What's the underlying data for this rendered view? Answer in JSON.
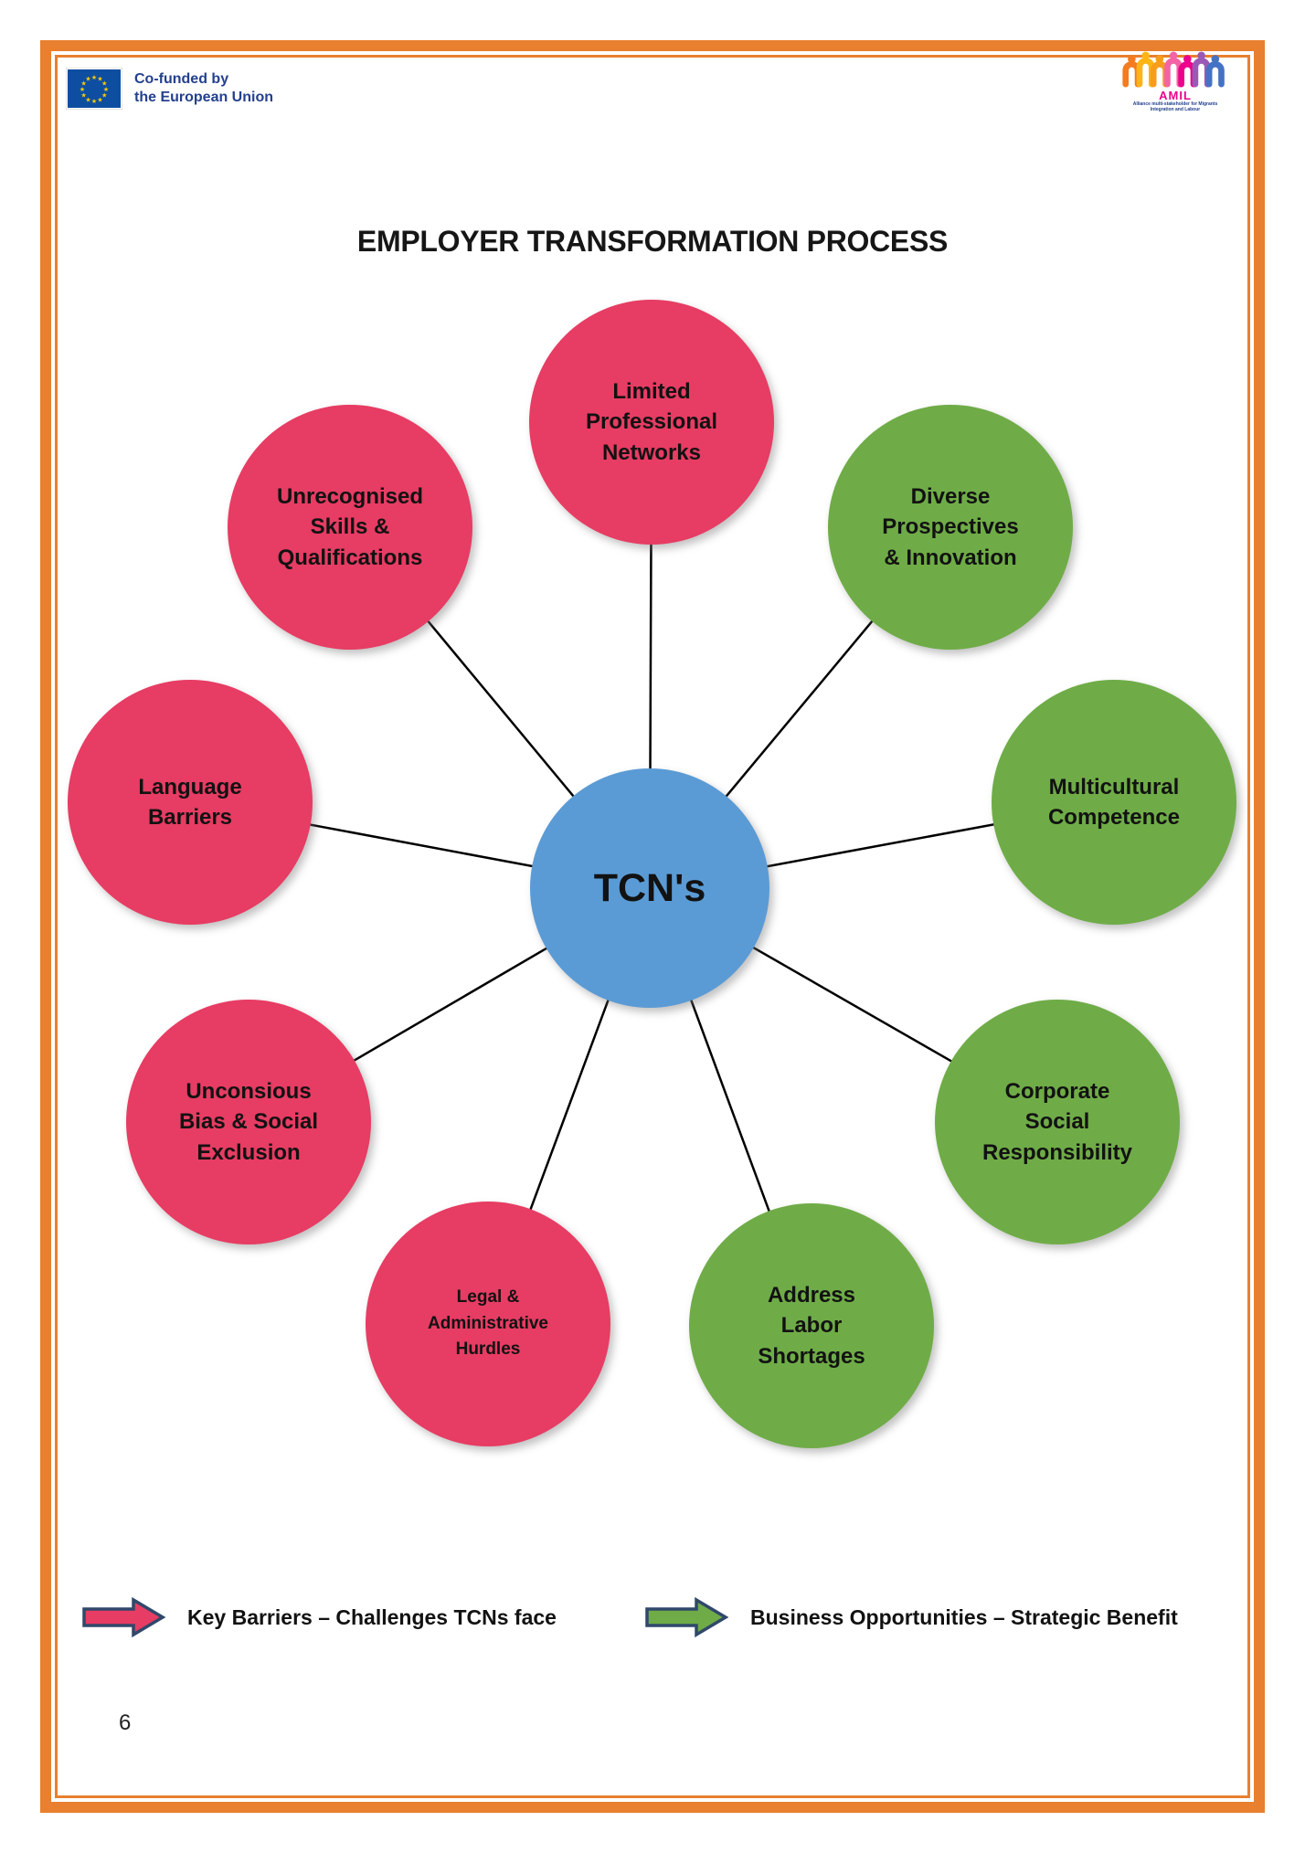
{
  "header": {
    "eu_logo": {
      "line1": "Co-funded by",
      "line2": "the European Union"
    },
    "amil_logo": {
      "name": "AMIL",
      "tagline1": "Alliance multi-stakeholder for Migrants",
      "tagline2": "Integration and Labour"
    }
  },
  "title": "EMPLOYER TRANSFORMATION PROCESS",
  "diagram": {
    "center": {
      "label": "TCN's",
      "type": "center"
    },
    "nodes": [
      {
        "label": "Limited\nProfessional\nNetworks",
        "type": "barrier"
      },
      {
        "label": "Unrecognised\nSkills &\nQualifications",
        "type": "barrier"
      },
      {
        "label": "Diverse\nProspectives\n& Innovation",
        "type": "opportunity"
      },
      {
        "label": "Language\nBarriers",
        "type": "barrier"
      },
      {
        "label": "Multicultural\nCompetence",
        "type": "opportunity"
      },
      {
        "label": "Unconsious\nBias & Social\nExclusion",
        "type": "barrier"
      },
      {
        "label": "Corporate\nSocial\nResponsibility",
        "type": "opportunity"
      },
      {
        "label": "Legal &\nAdministrative\nHurdles",
        "type": "barrier"
      },
      {
        "label": "Address\nLabor\nShortages",
        "type": "opportunity"
      }
    ]
  },
  "legend": {
    "barriers_label": "Key Barriers – Challenges TCNs face",
    "opportunities_label": "Business Opportunities – Strategic Benefit"
  },
  "page_number": "6",
  "colors": {
    "barrier": "#E73C63",
    "opportunity": "#6FAC47",
    "center": "#5B9BD5",
    "frame_orange": "#E8802F",
    "arrow_outline": "#30486B",
    "eu_text_blue": "#24408E",
    "eu_flag_blue": "#0D4EA1",
    "eu_star_yellow": "#FFCC00",
    "amil_magenta": "#EC008C",
    "line_black": "#000000"
  }
}
